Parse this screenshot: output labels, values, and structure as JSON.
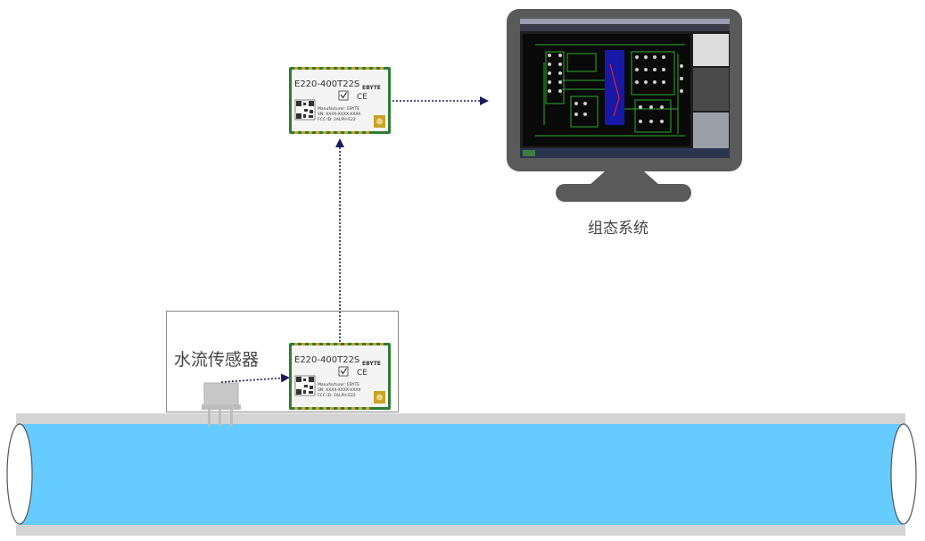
{
  "sensor": {
    "label": "水流传感器"
  },
  "monitor": {
    "caption": "组态系统"
  },
  "module_top": {
    "model": "E220-400T22S",
    "brand": "EBYTE",
    "fine_line_1": "Manufacturer: EBYTE",
    "fine_line_2": "SN: XXXX-XXXX-XXXX",
    "fine_line_3": "FCC ID: 2ALPH-E22"
  },
  "module_bottom": {
    "model": "E220-400T22S",
    "brand": "EBYTE",
    "fine_line_1": "Manufacturer: EBYTE",
    "fine_line_2": "SN: XXXX-XXXX-XXXX",
    "fine_line_3": "FCC ID: 2ALPH-E22"
  },
  "colors": {
    "water": "#66ccff",
    "pipe_wall": "#d4d4d4",
    "arrow": "#1a1a5e",
    "pcb_green": "#2e7d32",
    "monitor_frame": "#5a5a5a"
  }
}
